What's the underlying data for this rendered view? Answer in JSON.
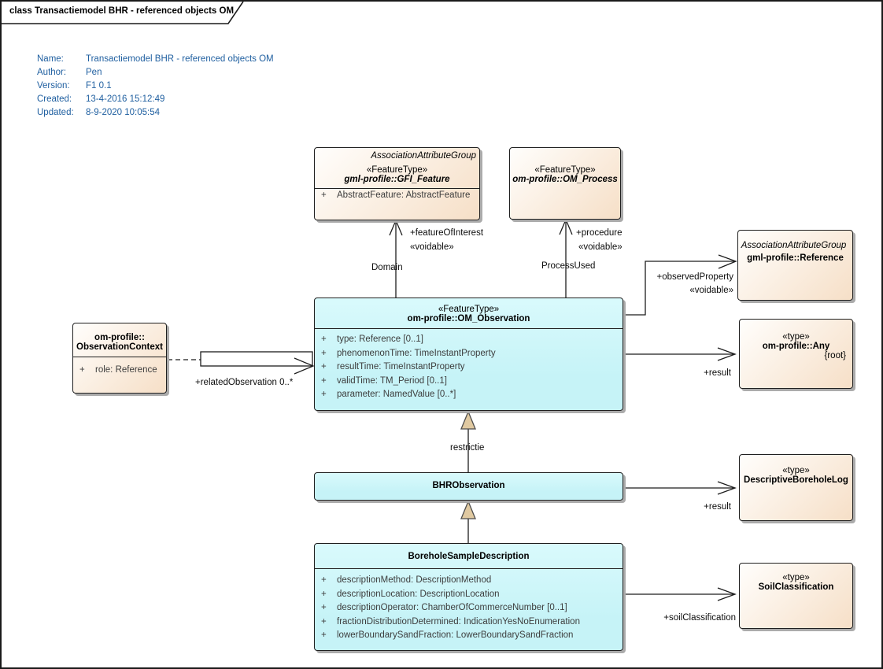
{
  "frame": {
    "tab_label": "class Transactiemodel BHR - referenced objects OM"
  },
  "metadata": {
    "rows": [
      {
        "label": "Name:",
        "value": "Transactiemodel BHR - referenced objects OM"
      },
      {
        "label": "Author:",
        "value": "Pen"
      },
      {
        "label": "Version:",
        "value": "F1 0.1"
      },
      {
        "label": "Created:",
        "value": "13-4-2016 15:12:49"
      },
      {
        "label": "Updated:",
        "value": "8-9-2020 10:05:54"
      }
    ]
  },
  "classes": {
    "gfi_feature": {
      "group": "AssociationAttributeGroup",
      "stereotype": "«FeatureType»",
      "name": "gml-profile::GFI_Feature",
      "attributes": [
        {
          "v": "+",
          "t": "AbstractFeature: AbstractFeature"
        }
      ]
    },
    "om_process": {
      "stereotype": "«FeatureType»",
      "name": "om-profile::OM_Process"
    },
    "reference": {
      "group": "AssociationAttributeGroup",
      "name": "gml-profile::Reference"
    },
    "any": {
      "stereotype": "«type»",
      "name": "om-profile::Any",
      "tag": "{root}"
    },
    "observation_context": {
      "name_line1": "om-profile::",
      "name_line2": "ObservationContext",
      "attributes": [
        {
          "v": "+",
          "t": "role: Reference"
        }
      ]
    },
    "om_observation": {
      "stereotype": "«FeatureType»",
      "name": "om-profile::OM_Observation",
      "attributes": [
        {
          "v": "+",
          "t": "type: Reference [0..1]"
        },
        {
          "v": "+",
          "t": "phenomenonTime: TimeInstantProperty"
        },
        {
          "v": "+",
          "t": "resultTime: TimeInstantProperty"
        },
        {
          "v": "+",
          "t": "validTime: TM_Period [0..1]"
        },
        {
          "v": "+",
          "t": "parameter: NamedValue [0..*]"
        }
      ]
    },
    "bhr_observation": {
      "name": "BHRObservation"
    },
    "borehole_sample_description": {
      "name": "BoreholeSampleDescription",
      "attributes": [
        {
          "v": "+",
          "t": "descriptionMethod: DescriptionMethod"
        },
        {
          "v": "+",
          "t": "descriptionLocation: DescriptionLocation"
        },
        {
          "v": "+",
          "t": "descriptionOperator: ChamberOfCommerceNumber [0..1]"
        },
        {
          "v": "+",
          "t": "fractionDistributionDetermined: IndicationYesNoEnumeration"
        },
        {
          "v": "+",
          "t": "lowerBoundarySandFraction: LowerBoundarySandFraction"
        }
      ]
    },
    "descriptive_borehole_log": {
      "stereotype": "«type»",
      "name": "DescriptiveBoreholeLog"
    },
    "soil_classification": {
      "stereotype": "«type»",
      "name": "SoilClassification"
    }
  },
  "connectors": {
    "feature_of_interest": {
      "role": "+featureOfInterest",
      "stereotype": "«voidable»",
      "name": "Domain"
    },
    "procedure": {
      "role": "+procedure",
      "stereotype": "«voidable»",
      "name": "ProcessUsed"
    },
    "observed_property": {
      "role": "+observedProperty",
      "stereotype": "«voidable»"
    },
    "result_observation": {
      "role": "+result"
    },
    "related_observation": {
      "role": "+relatedObservation 0..*"
    },
    "restriction": {
      "name": "restrictie"
    },
    "result_bhr": {
      "role": "+result"
    },
    "soil_classification": {
      "role": "+soilClassification"
    }
  },
  "colors": {
    "feature_fill": "#c6f3f7",
    "datatype_fill": "#f6dfc7",
    "metadata_text": "#1f5fa0",
    "generalization_fill": "#e0c9a1",
    "line": "#1c1c1c"
  }
}
